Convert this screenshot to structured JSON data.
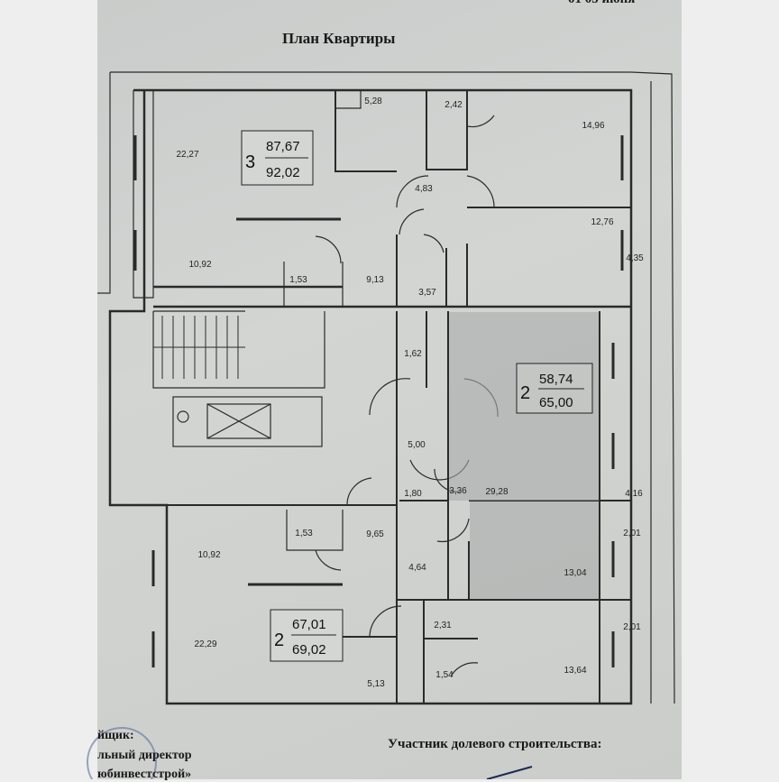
{
  "document": {
    "title": "План Квартиры",
    "date_partial": "01 05 июня",
    "participant_label": "Участник долевого строительства:",
    "developer_lines": [
      "йщик:",
      "льный директор",
      "юбинвестстрой»"
    ]
  },
  "colors": {
    "paper": "#cfd1cf",
    "walls": "#2a2a2a",
    "shaded_room": "#a9abaa"
  },
  "apartments": [
    {
      "rooms": "3",
      "living_area": "87,67",
      "total_area": "92,02"
    },
    {
      "rooms": "2",
      "living_area": "58,74",
      "total_area": "65,00"
    },
    {
      "rooms": "2",
      "living_area": "67,01",
      "total_area": "69,02"
    }
  ],
  "room_areas": [
    "5,28",
    "2,42",
    "14,96",
    "22,27",
    "4,83",
    "12,76",
    "4,35",
    "10,92",
    "1,53",
    "9,13",
    "3,57",
    "1,62",
    "5,00",
    "1,80",
    "3,36",
    "29,28",
    "4,16",
    "2,01",
    "1,53",
    "9,65",
    "10,92",
    "4,64",
    "13,04",
    "2,31",
    "2,01",
    "22,29",
    "13,64",
    "5,13",
    "1,54"
  ]
}
